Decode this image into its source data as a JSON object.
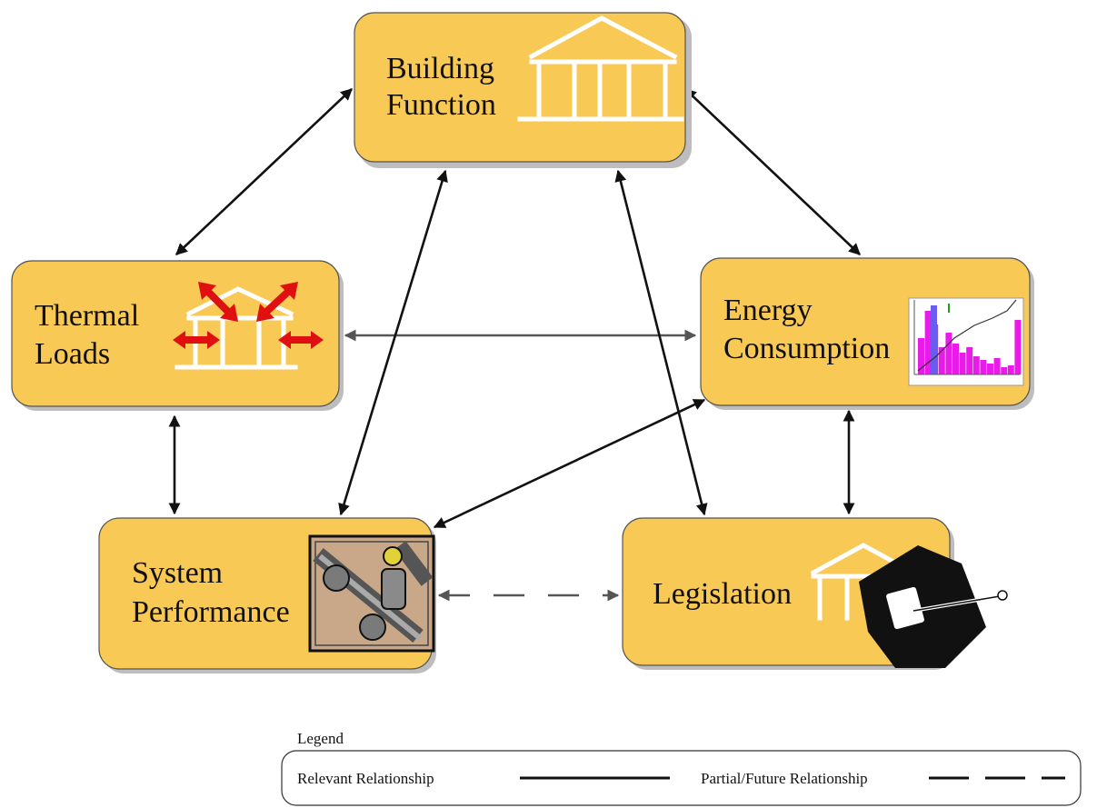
{
  "diagram": {
    "nodes": {
      "building_function": {
        "line1": "Building",
        "line2": "Function"
      },
      "thermal_loads": {
        "line1": "Thermal",
        "line2": "Loads"
      },
      "energy_consumption": {
        "line1": "Energy",
        "line2": "Consumption"
      },
      "system_performance": {
        "line1": "System",
        "line2": "Performance"
      },
      "legislation": {
        "line1": "Legislation"
      }
    },
    "colors": {
      "node_fill": "#f9c955",
      "relevant_line": "#111111",
      "partial_line": "#555555",
      "thermal_arrow": "#e01010",
      "chart_bar": "#e81be8"
    },
    "icons": {
      "building_function": "house-outline-icon",
      "thermal_loads": "house-heat-arrows-icon",
      "energy_consumption": "bar-chart-icon",
      "system_performance": "pipe-valve-icon",
      "legislation": "courthouse-gavel-icon"
    }
  },
  "legend": {
    "title": "Legend",
    "relevant_label": "Relevant Relationship",
    "partial_label": "Partial/Future Relationship"
  }
}
